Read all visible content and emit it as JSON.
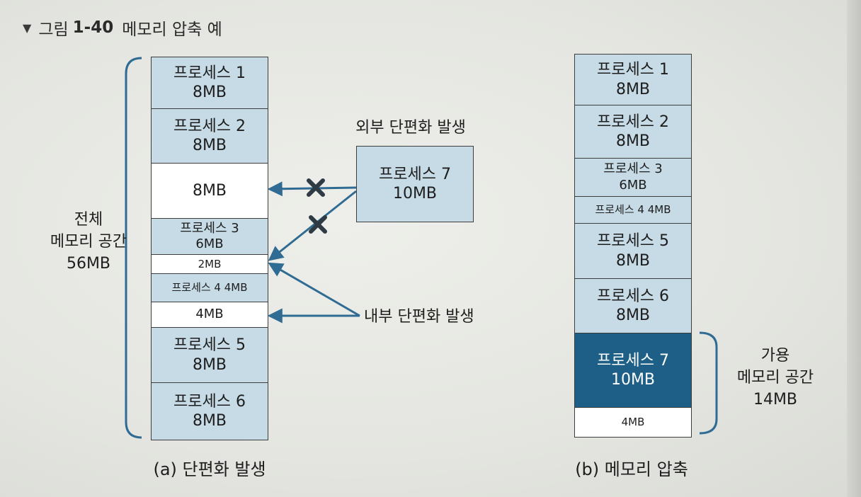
{
  "figure": {
    "label": "그림",
    "number": "1-40",
    "title": "메모리 압축 예"
  },
  "left": {
    "blocks": [
      {
        "name": "프로세스 1",
        "size": "8MB"
      },
      {
        "name": "프로세스 2",
        "size": "8MB"
      },
      {
        "name": "",
        "size": "8MB"
      },
      {
        "name": "프로세스 3",
        "size": "6MB"
      },
      {
        "name": "",
        "size": "2MB"
      },
      {
        "name": "프로세스 4 4MB",
        "size": ""
      },
      {
        "name": "",
        "size": "4MB"
      },
      {
        "name": "프로세스 5",
        "size": "8MB"
      },
      {
        "name": "프로세스 6",
        "size": "8MB"
      }
    ],
    "total_label_line1": "전체",
    "total_label_line2": "메모리 공간",
    "total_label_line3": "56MB",
    "incoming": {
      "name": "프로세스 7",
      "size": "10MB"
    },
    "external_label": "외부 단편화 발생",
    "internal_label": "내부 단편화 발생",
    "caption": "(a) 단편화 발생"
  },
  "right": {
    "blocks": [
      {
        "name": "프로세스 1",
        "size": "8MB"
      },
      {
        "name": "프로세스 2",
        "size": "8MB"
      },
      {
        "name": "프로세스 3",
        "size": "6MB"
      },
      {
        "name": "프로세스 4 4MB",
        "size": ""
      },
      {
        "name": "프로세스 5",
        "size": "8MB"
      },
      {
        "name": "프로세스 6",
        "size": "8MB"
      },
      {
        "name": "프로세스 7",
        "size": "10MB"
      },
      {
        "name": "",
        "size": "4MB"
      }
    ],
    "available_line1": "가용",
    "available_line2": "메모리 공간",
    "available_line3": "14MB",
    "caption": "(b) 메모리 압축"
  },
  "colors": {
    "process_fill": "#c6dbe6",
    "highlight_fill": "#1d5f86",
    "arrow": "#2f6b92",
    "bracket": "#2f6b92",
    "cross": "#2e3a44"
  }
}
